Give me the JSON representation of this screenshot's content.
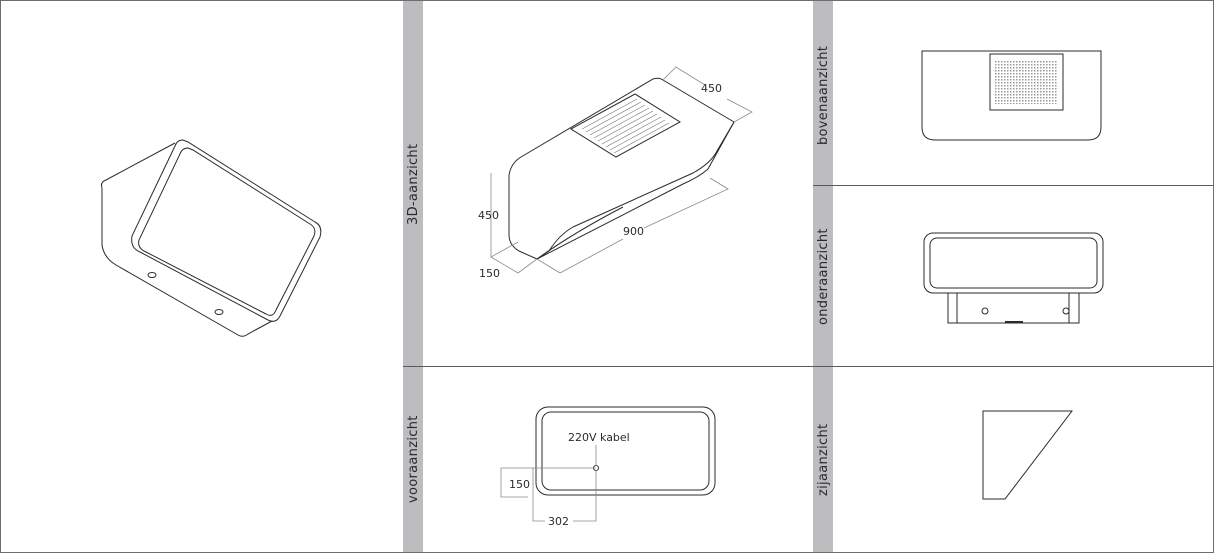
{
  "document": {
    "views": {
      "perspective": {
        "label": ""
      },
      "view_3d": {
        "label": "3D-aanzicht",
        "dimensions": {
          "width": "450",
          "height": "450",
          "depth": "150",
          "length": "900"
        }
      },
      "top": {
        "label": "bovenaanzicht"
      },
      "bottom": {
        "label": "onderaanzicht"
      },
      "front": {
        "label": "vooraanzicht",
        "annotation": "220V kabel",
        "dimensions": {
          "vertical": "150",
          "horizontal": "302"
        }
      },
      "side": {
        "label": "zijaanzicht"
      }
    }
  },
  "colors": {
    "line": "#2b2b2b",
    "dim_line": "#8a8a8a",
    "strip": "#bdbdc0",
    "border": "#6d6d6d"
  }
}
